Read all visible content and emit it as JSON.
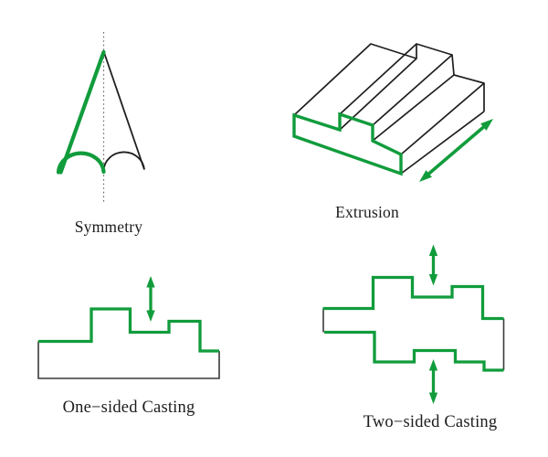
{
  "colors": {
    "accent_green": "#119c3c",
    "line_dark": "#1f1f1f",
    "line_gray": "#3a3a3a",
    "axis_gray": "#6b6b6b",
    "label_text": "#1c1c1c",
    "background": "#ffffff"
  },
  "figures": {
    "symmetry": {
      "label": "Symmetry"
    },
    "extrusion": {
      "label": "Extrusion"
    },
    "one_sided": {
      "label": "One−sided Casting"
    },
    "two_sided": {
      "label": "Two−sided Casting"
    }
  },
  "icons": {
    "extrusion_direction_arrow": "double-headed-diagonal-arrow",
    "one_sided_parting_arrow": "double-headed-vertical-arrow",
    "two_sided_top_parting_arrow": "double-headed-vertical-arrow",
    "two_sided_bottom_parting_arrow": "double-headed-vertical-arrow"
  }
}
